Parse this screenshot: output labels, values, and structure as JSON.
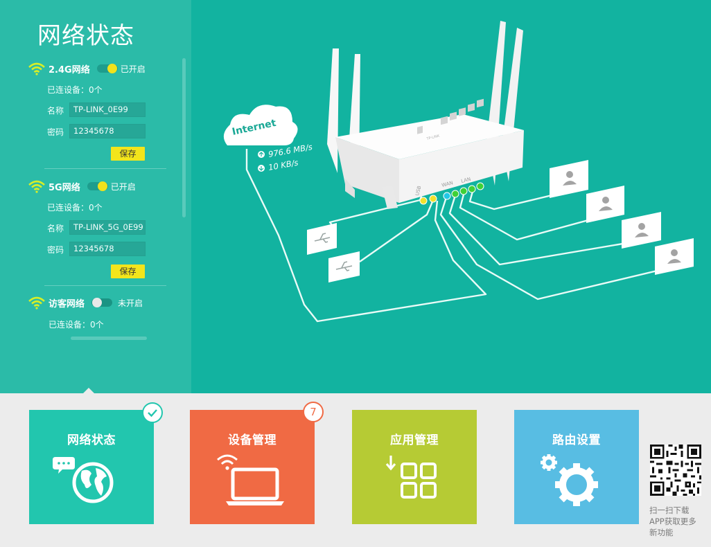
{
  "sidebar": {
    "title": "网络状态",
    "networks": [
      {
        "name": "2.4G网络",
        "toggle_text": "已开启",
        "enabled": true,
        "connected": "已连设备：0个",
        "name_label": "名称",
        "ssid": "TP-LINK_0E99",
        "password_label": "密码",
        "password": "12345678",
        "save_label": "保存"
      },
      {
        "name": "5G网络",
        "toggle_text": "已开启",
        "enabled": true,
        "connected": "已连设备：0个",
        "name_label": "名称",
        "ssid": "TP-LINK_5G_0E99",
        "password_label": "密码",
        "password": "12345678",
        "save_label": "保存"
      },
      {
        "name": "访客网络",
        "toggle_text": "未开启",
        "enabled": false,
        "connected": "已连设备：0个"
      }
    ]
  },
  "diagram": {
    "internet_label": "Internet",
    "upload_speed": "976.6 MB/s",
    "download_speed": "10 KB/s",
    "port_usb": "USB",
    "port_wan": "WAN",
    "port_lan": "LAN",
    "router_brand": "TP-LINK"
  },
  "tiles": [
    {
      "label": "网络状态",
      "icon": "globe-chat-icon",
      "color": "#22c6ae",
      "active": true
    },
    {
      "label": "设备管理",
      "icon": "laptop-wifi-icon",
      "color": "#f06a44",
      "badge": "7"
    },
    {
      "label": "应用管理",
      "icon": "app-grid-icon",
      "color": "#b6cb34"
    },
    {
      "label": "路由设置",
      "icon": "gears-icon",
      "color": "#58bde3"
    }
  ],
  "qr": {
    "line1": "扫一扫下载",
    "line2": "APP获取更多",
    "line3": "新功能"
  },
  "colors": {
    "teal_bg": "#12b3a0",
    "sidebar_bg": "#2bbba8",
    "toggle_on": "#f1e21b",
    "save_button": "#f3e51b"
  }
}
